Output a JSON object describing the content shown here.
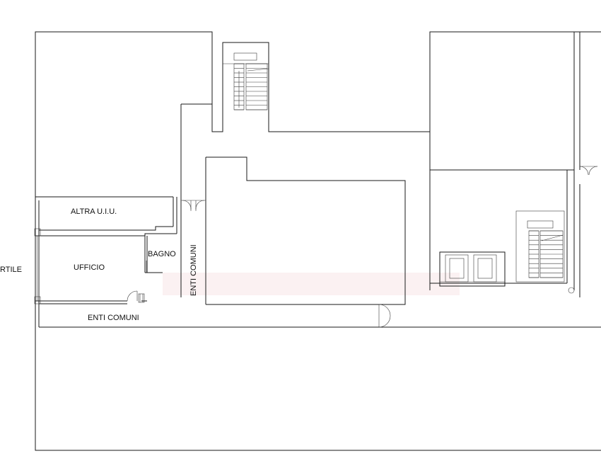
{
  "labels": {
    "altra_uiu": "ALTRA U.I.U.",
    "ufficio": "UFFICIO",
    "bagno": "BAGNO",
    "cortile": "RTILE",
    "enti_comuni_bottom": "ENTI COMUNI",
    "enti_comuni_vertical": "ENTI COMUNI"
  },
  "colors": {
    "line": "#1a1a1a",
    "watermark": "#e8a0a6"
  }
}
